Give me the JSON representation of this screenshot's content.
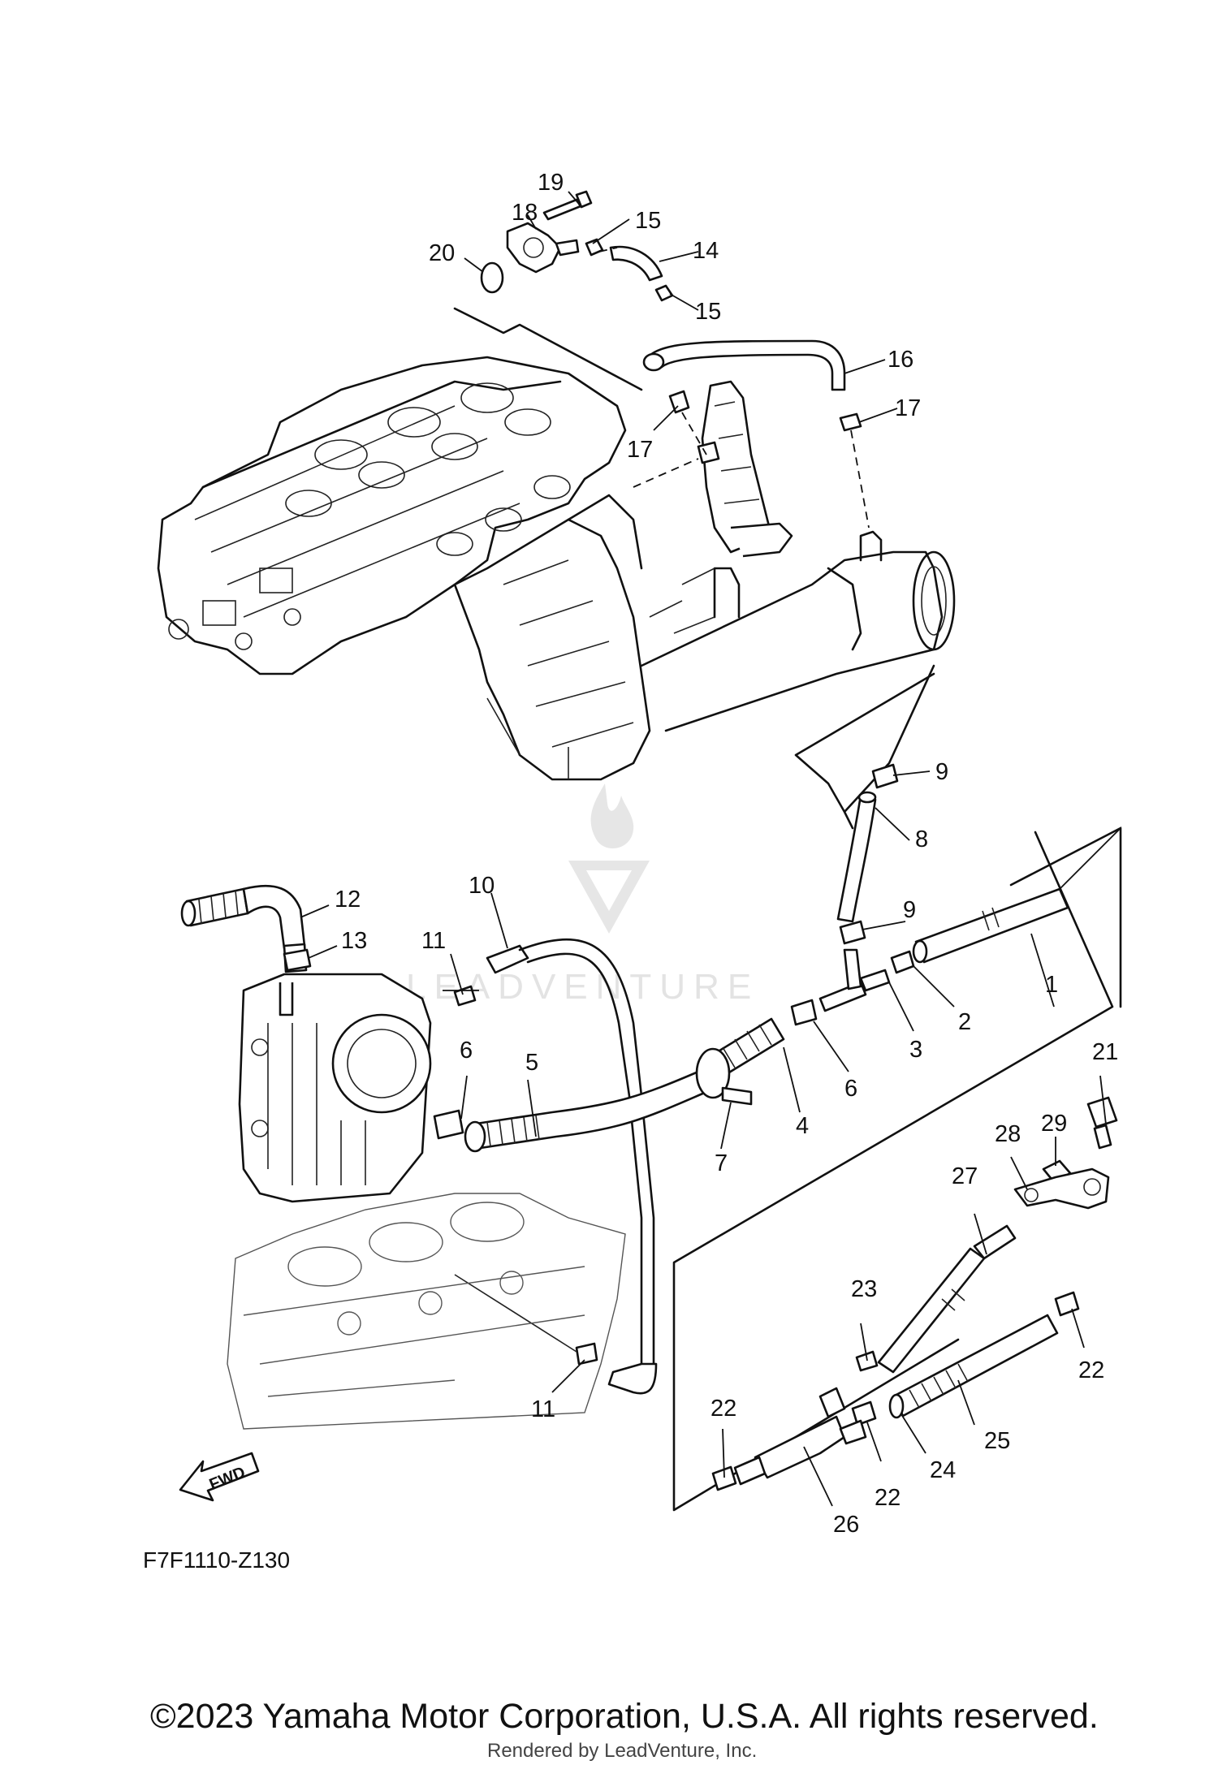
{
  "diagram": {
    "code": "F7F1110-Z130",
    "fwd_label": "FWD",
    "watermark": "LEADVENTURE",
    "copyright": "©2023 Yamaha Motor Corporation, U.S.A. All rights reserved.",
    "rendered_by": "Rendered by LeadVenture, Inc.",
    "callouts": [
      "1",
      "2",
      "3",
      "4",
      "5",
      "6",
      "6",
      "7",
      "8",
      "9",
      "9",
      "10",
      "11",
      "11",
      "12",
      "13",
      "14",
      "15",
      "15",
      "16",
      "17",
      "17",
      "18",
      "19",
      "20",
      "21",
      "22",
      "22",
      "22",
      "23",
      "24",
      "25",
      "26",
      "27",
      "28",
      "29"
    ]
  }
}
